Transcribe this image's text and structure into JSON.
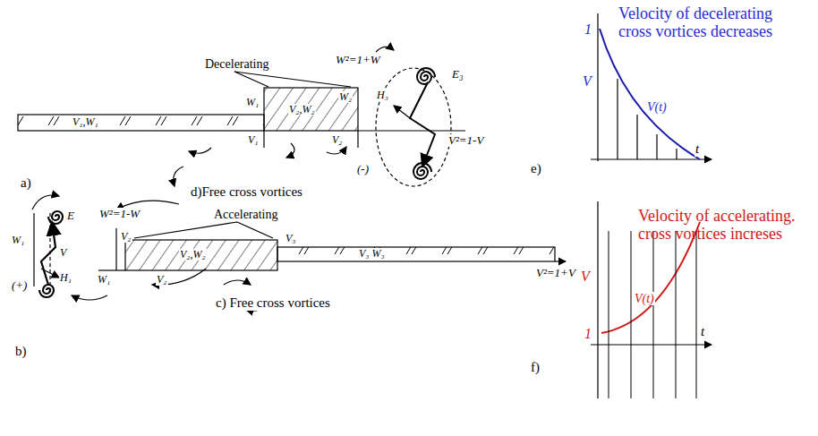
{
  "diagram": {
    "labels": [
      "Velocity of decelerating cross vortices decreases",
      "Velocity of accelerating. cross vortices increses",
      "a)",
      "b)",
      "c) Free cross vortices",
      "d)Free cross vortices",
      "e)",
      "f)",
      "Decelerating",
      "Accelerating",
      "V₁,W₁",
      "W₁",
      "V₁",
      "V₂,W₂",
      "W₂",
      "V₂",
      "W²=1+W",
      "E₃",
      "H₃",
      "V²=1-V",
      "(-)",
      "E",
      "W₁",
      "V",
      "H₁",
      "(+)",
      "W²=1-W",
      "V₂",
      "V₂,W₂",
      "W₁",
      "V₂",
      "V₃",
      "V₃ W₃",
      "V²=1+V",
      "1",
      "V",
      "V(t)",
      "t",
      "V",
      "V(t)",
      "1",
      "t"
    ]
  }
}
